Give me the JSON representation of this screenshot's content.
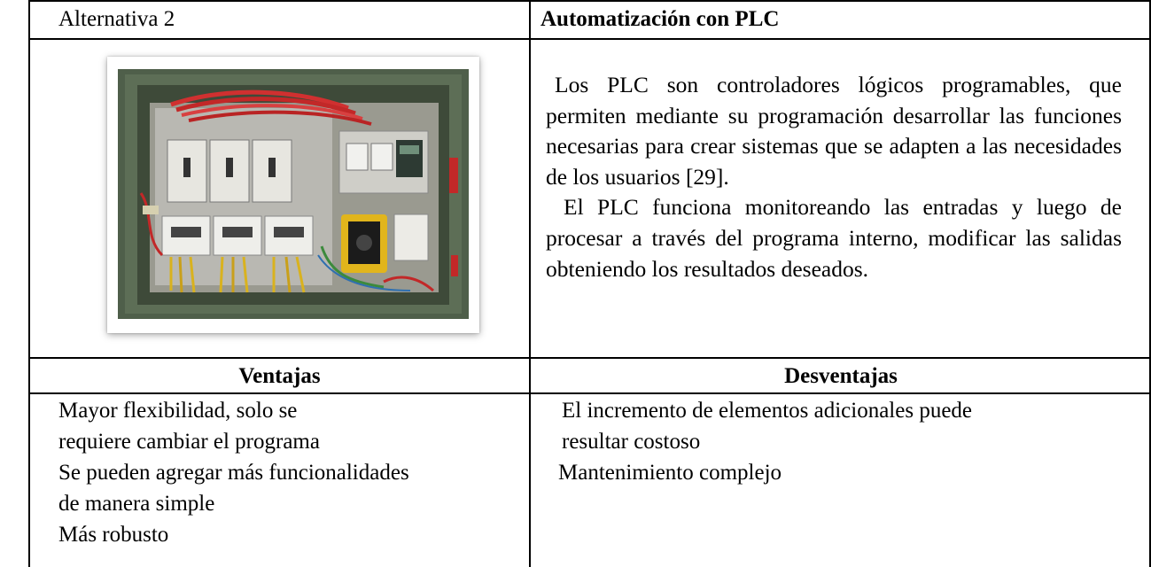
{
  "header": {
    "alternative_label": "Alternativa 2",
    "title": "Automatización con PLC"
  },
  "photo": {
    "icon": "electrical-control-panel-photo",
    "colors": {
      "cabinet": "#5d6e56",
      "backplate": "#b9b8b2",
      "breaker": "#e7e6e0",
      "wires_red": "#d03030",
      "wires_yellow": "#d9b21e",
      "meter": "#e1b51c"
    }
  },
  "description": {
    "paragraph1": "Los PLC son controladores lógicos programables, que permiten mediante su programación desarrollar las funciones necesarias para crear sistemas que se adapten a las necesidades de los usuarios [29].",
    "paragraph2": "El PLC funciona monitoreando las entradas y luego de procesar a través del programa interno, modificar las salidas obteniendo los resultados deseados."
  },
  "ventajas": {
    "header": "Ventajas",
    "lines": [
      "Mayor flexibilidad, solo se",
      "requiere cambiar el programa",
      "Se pueden agregar más funcionalidades",
      "de manera simple",
      "Más robusto"
    ]
  },
  "desventajas": {
    "header": "Desventajas",
    "lines": [
      "El incremento de elementos adicionales puede",
      "resultar costoso",
      "Mantenimiento complejo"
    ]
  }
}
